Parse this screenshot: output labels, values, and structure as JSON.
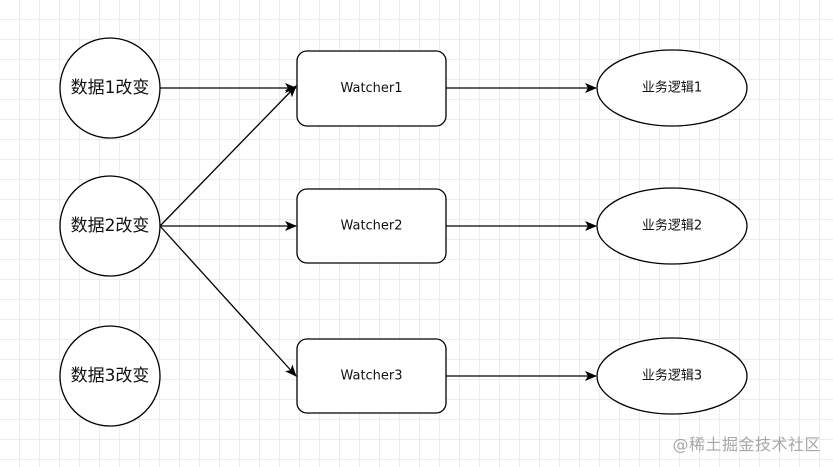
{
  "diagram": {
    "data_nodes": [
      "数据1改变",
      "数据2改变",
      "数据3改变"
    ],
    "watchers": [
      "Watcher1",
      "Watcher2",
      "Watcher3"
    ],
    "logic_nodes": [
      "业务逻辑1",
      "业务逻辑2",
      "业务逻辑3"
    ],
    "edges": [
      {
        "from": "数据1改变",
        "to": "Watcher1"
      },
      {
        "from": "数据2改变",
        "to": "Watcher1"
      },
      {
        "from": "数据2改变",
        "to": "Watcher2"
      },
      {
        "from": "数据2改变",
        "to": "Watcher3"
      },
      {
        "from": "Watcher1",
        "to": "业务逻辑1"
      },
      {
        "from": "Watcher2",
        "to": "业务逻辑2"
      },
      {
        "from": "Watcher3",
        "to": "业务逻辑3"
      }
    ]
  },
  "watermark": "@稀土掘金技术社区",
  "colors": {
    "stroke": "#000000",
    "grid": "#ececec",
    "watermark": "#a7a7a7"
  }
}
